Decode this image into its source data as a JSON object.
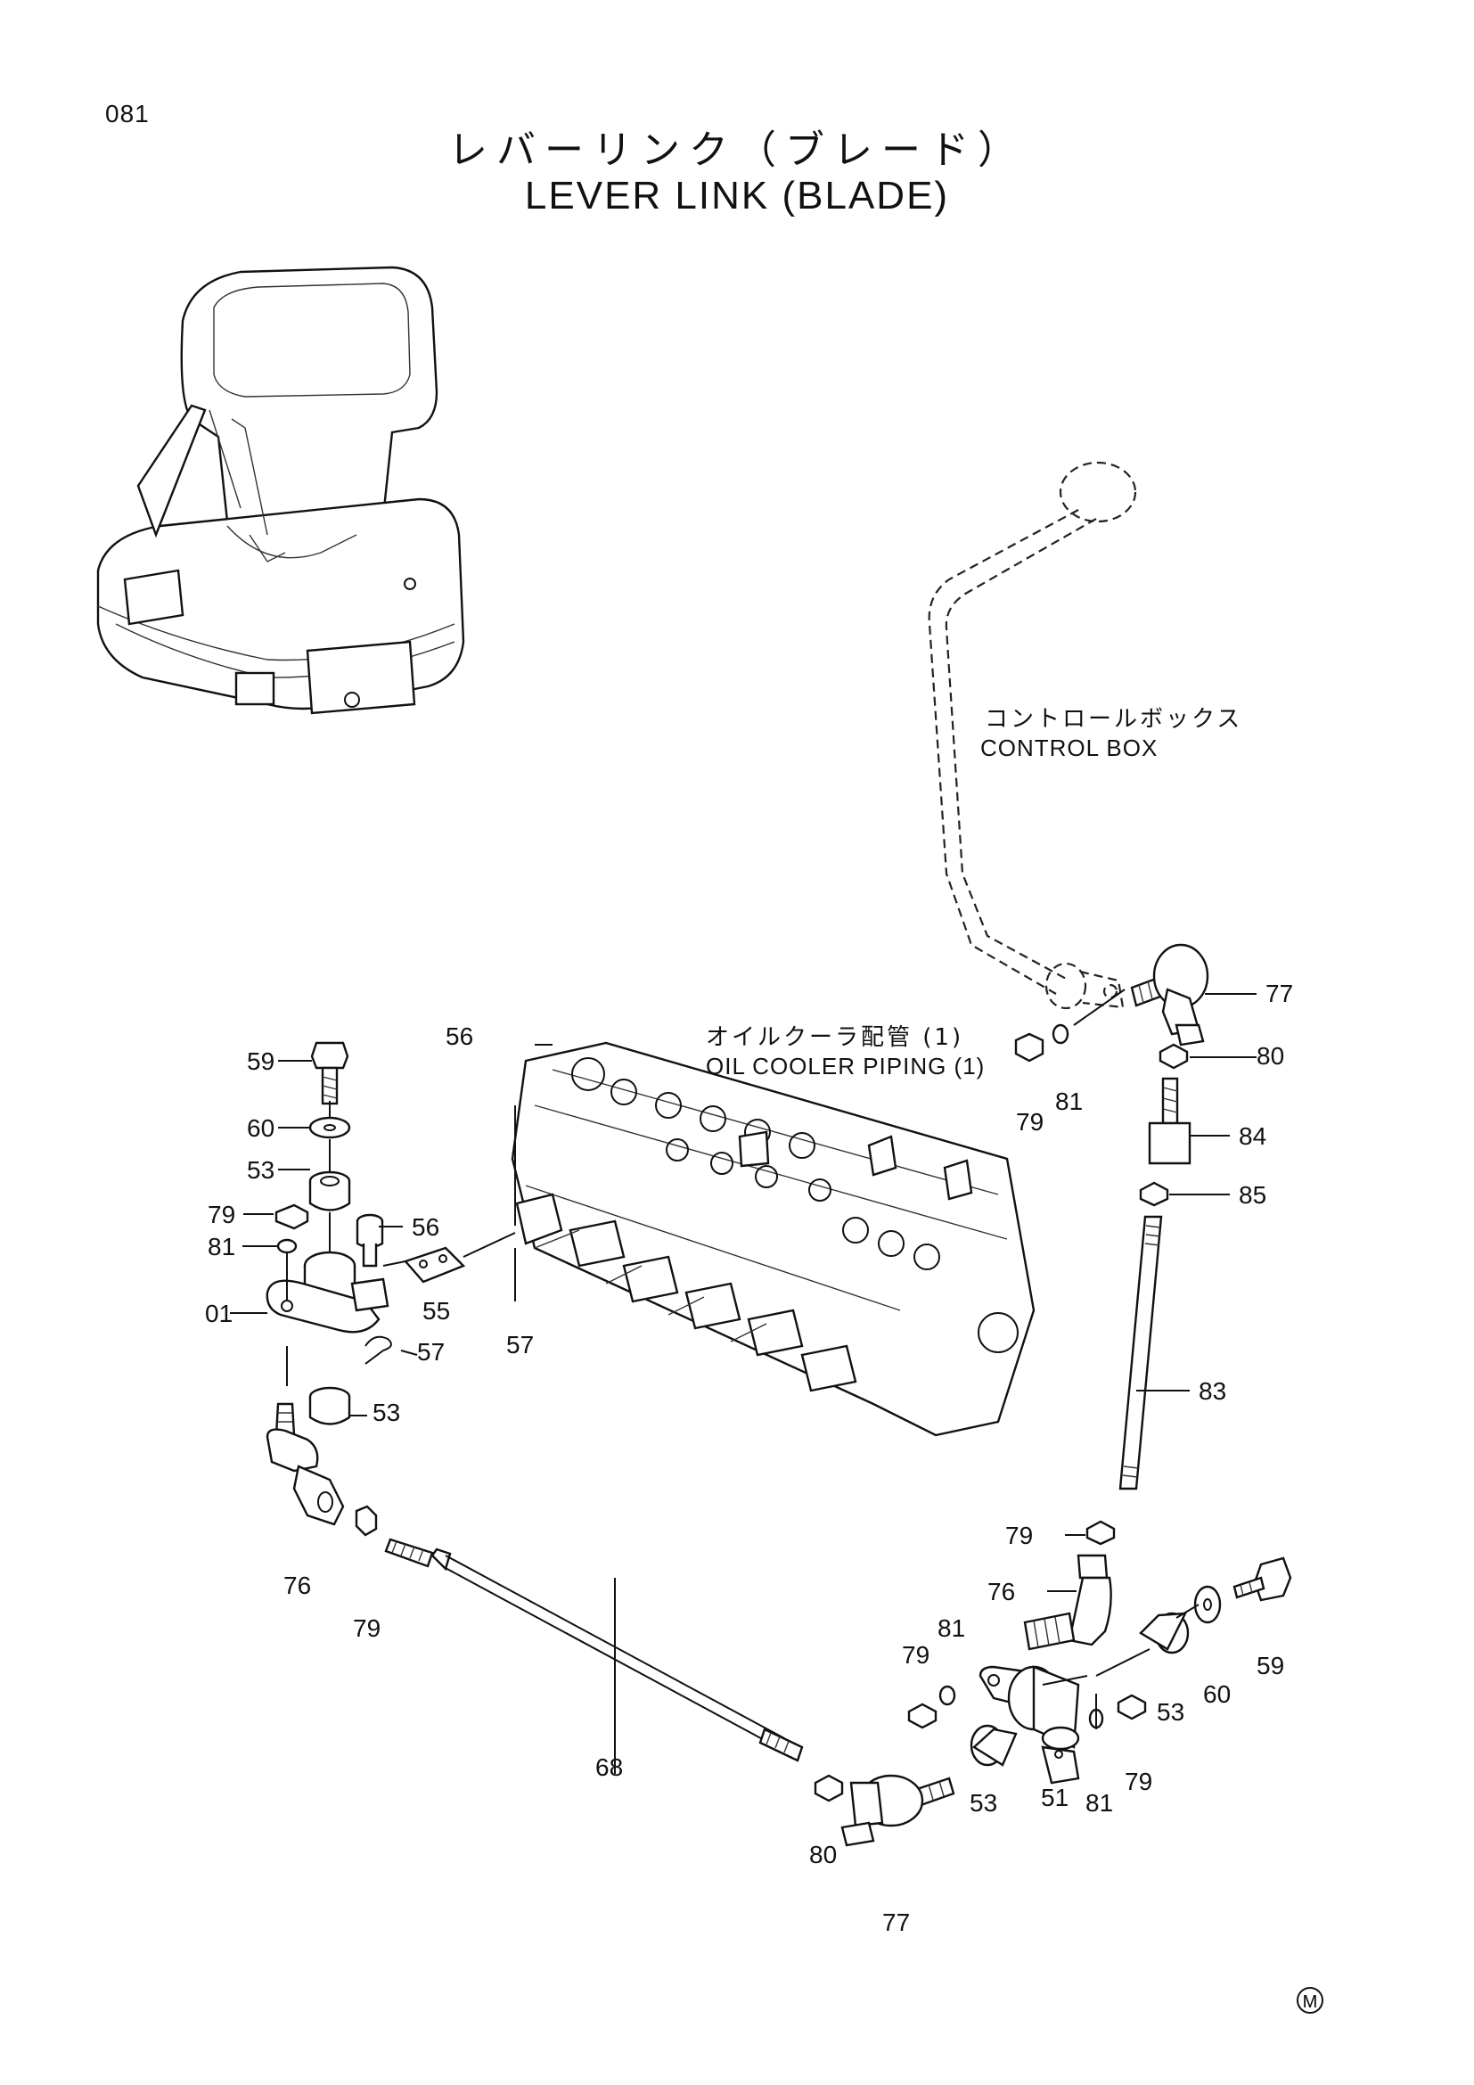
{
  "page_number": "081",
  "title_jp": "レバーリンク（ブレード）",
  "title_en": "LEVER LINK (BLADE)",
  "notes": {
    "control_box_jp": "コントロールボックス",
    "control_box_en": "CONTROL BOX",
    "oil_cooler_jp": "オイルクーラ配管 (1)",
    "oil_cooler_en": "OIL COOLER PIPING (1)"
  },
  "callouts": {
    "c59a": "59",
    "c60a": "60",
    "c53a": "53",
    "c79a": "79",
    "c81a": "81",
    "c01": "01",
    "c53b": "53",
    "c56a": "56",
    "c56b": "56",
    "c55": "55",
    "c57a": "57",
    "c57b": "57",
    "c76a": "76",
    "c79b": "79",
    "c68": "68",
    "c77a": "77",
    "c80a": "80",
    "c84": "84",
    "c85": "85",
    "c83": "83",
    "c79c": "79",
    "c81b": "81",
    "c79d": "79",
    "c76b": "76",
    "c59b": "59",
    "c60b": "60",
    "c53c": "53",
    "c79e": "79",
    "c81c": "81",
    "c81d": "81",
    "c53d": "53",
    "c51": "51",
    "c79f": "79",
    "c80b": "80",
    "c77b": "77"
  },
  "mark": "M"
}
